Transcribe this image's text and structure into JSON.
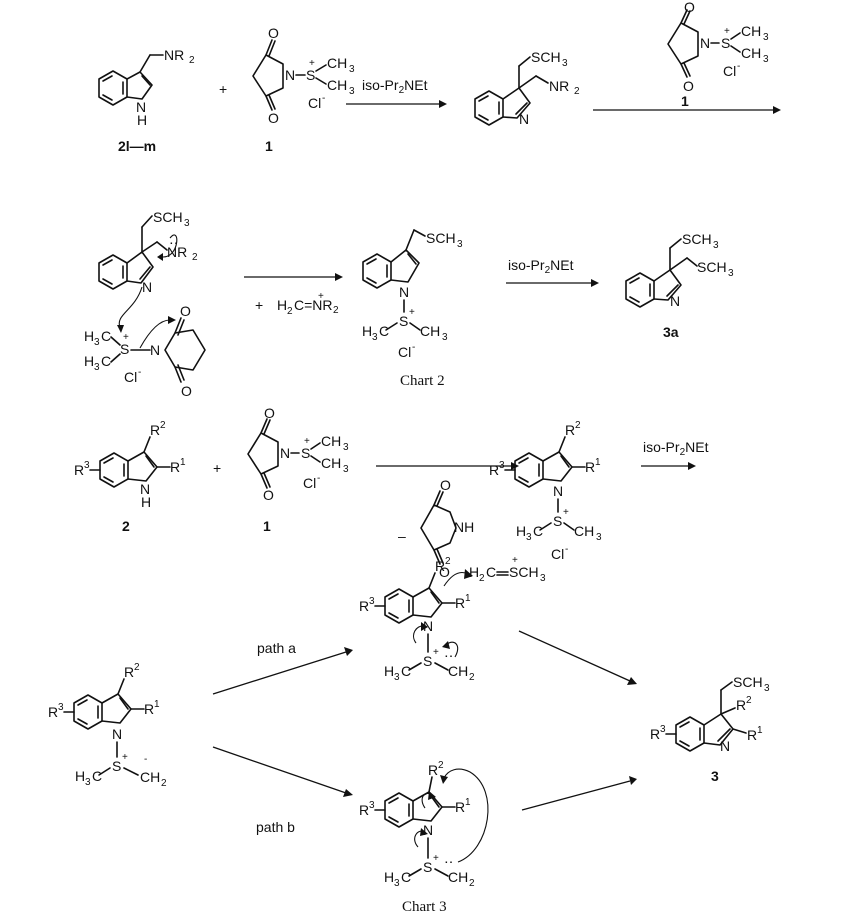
{
  "chart2": {
    "caption": "Chart 2",
    "labels": {
      "nr2": "NR",
      "sub2": "2",
      "nh": "N",
      "h": "H",
      "plus": "+",
      "n": "N",
      "s": "S",
      "ch3": "CH",
      "sub3": "3",
      "cl": "Cl",
      "minus": "-",
      "o": "O",
      "sch3": "SCH",
      "h3c": "H",
      "c": "C",
      "h2c": "H",
      "eq": "C=NR",
      "cpd_2lm": "2l—m",
      "cpd_1": "1",
      "cpd_3a": "3a",
      "reagent": "iso-Pr",
      "reagent2": "NEt"
    }
  },
  "chart3": {
    "caption": "Chart 3",
    "labels": {
      "r1": "R",
      "r2": "R",
      "r3": "R",
      "sup1": "1",
      "sup2": "2",
      "sup3": "3",
      "cpd_2": "2",
      "cpd_1": "1",
      "cpd_3": "3",
      "path_a": "path a",
      "path_b": "path b",
      "nh": "NH",
      "sch3_ylide": "SCH",
      "ch2": "CH",
      "minus_sign": "–"
    }
  }
}
